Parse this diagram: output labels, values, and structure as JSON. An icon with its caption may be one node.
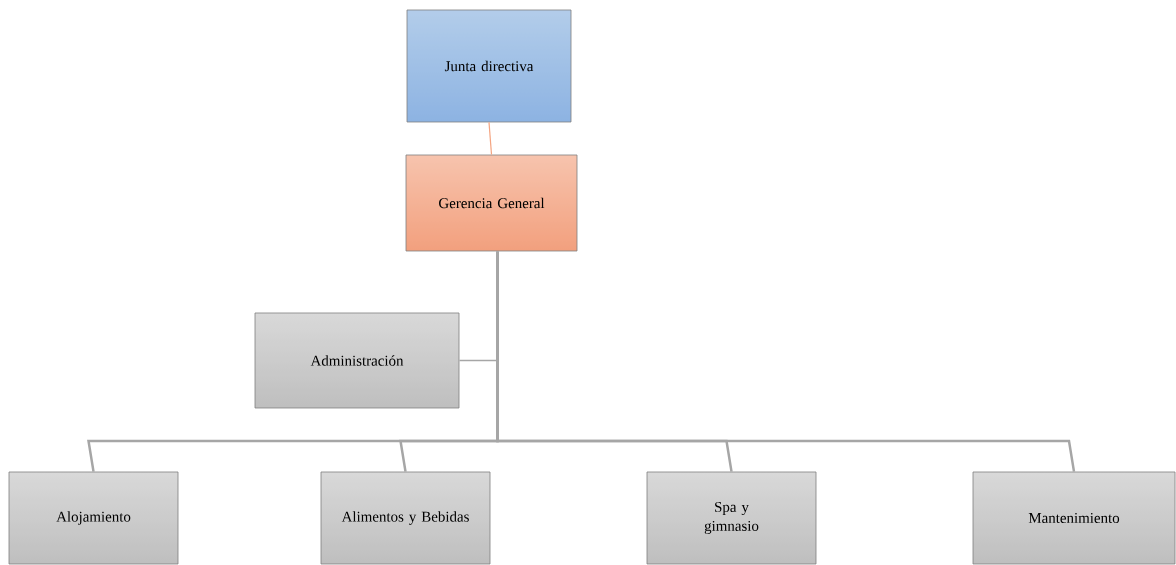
{
  "diagram": {
    "nodes": [
      {
        "text": [
          "Junta directiva"
        ]
      },
      {
        "text": [
          "Gerencia General"
        ]
      },
      {
        "text": [
          "Administración"
        ]
      },
      {
        "text": [
          "Alojamiento"
        ]
      },
      {
        "text": [
          "Alimentos y Bebidas"
        ]
      },
      {
        "text": [
          "Spa y gimnasio"
        ]
      },
      {
        "text": [
          "Mantenimiento"
        ]
      }
    ],
    "edges": [
      {
        "from": 0,
        "to": 1,
        "arrow": "none",
        "color": "#f4a582"
      },
      {
        "from": 1,
        "to": 2,
        "arrow": "none"
      },
      {
        "from": 1,
        "to": 3,
        "arrow": "none"
      },
      {
        "from": 1,
        "to": 4,
        "arrow": "none"
      },
      {
        "from": 1,
        "to": 5,
        "arrow": "none"
      },
      {
        "from": 1,
        "to": 6,
        "arrow": "none"
      }
    ]
  }
}
